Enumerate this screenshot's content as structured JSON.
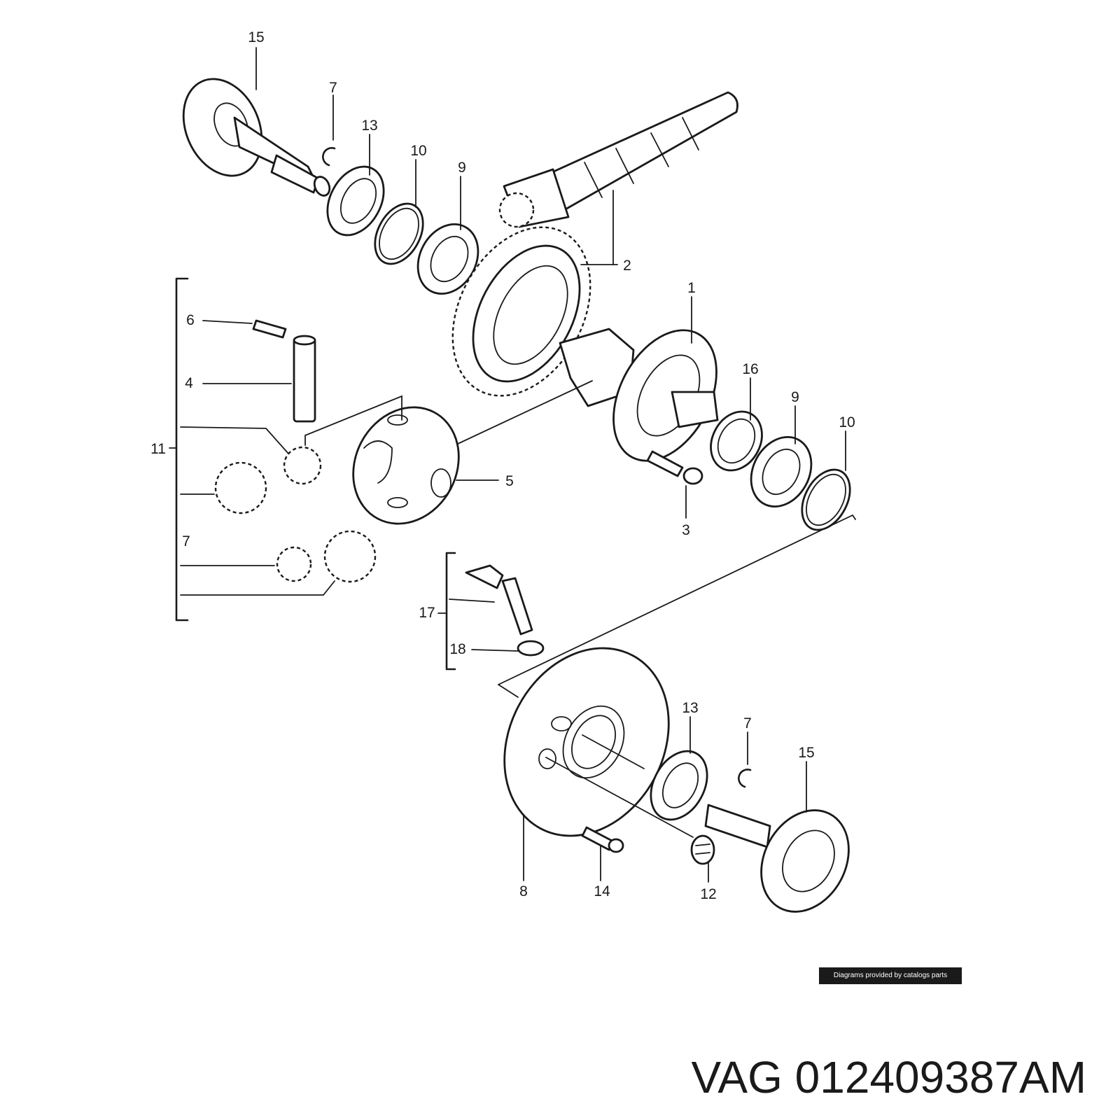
{
  "diagram": {
    "callouts": {
      "c15a": "15",
      "c7a": "7",
      "c13a": "13",
      "c10a": "10",
      "c9a": "9",
      "c2": "2",
      "c1": "1",
      "c16": "16",
      "c9b": "9",
      "c10b": "10",
      "c6": "6",
      "c4": "4",
      "c11": "11",
      "c5": "5",
      "c7b": "7",
      "c3": "3",
      "c17": "17",
      "c18": "18",
      "c13b": "13",
      "c7c": "7",
      "c15b": "15",
      "c8": "8",
      "c14": "14",
      "c12": "12"
    },
    "watermark": "Diagrams provided by catalogs parts"
  },
  "part_number": "VAG 012409387AM",
  "colors": {
    "ink": "#1a1a1a",
    "paper": "#ffffff"
  }
}
